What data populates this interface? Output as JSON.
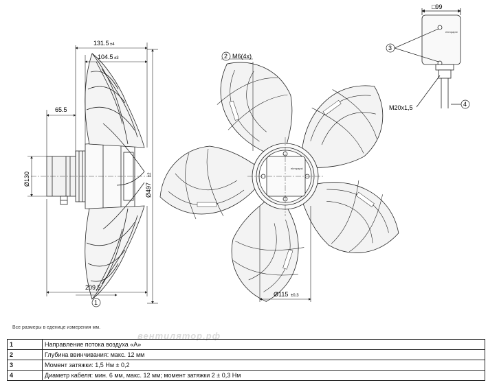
{
  "dims": {
    "d1315": "131.5",
    "t1315": "±4",
    "d1045": "104.5",
    "t1045": "±3",
    "d655": "65.5",
    "d130": "Ø130",
    "d497": "Ø497",
    "t497": "±2",
    "d2095": "209.5",
    "d115": "Ø115",
    "t115": "±0,3",
    "m6": "M6(4x)",
    "box": "□99",
    "m20": "M20x1,5"
  },
  "callouts": {
    "c1": "1",
    "c2": "2",
    "c3": "3",
    "c4": "4"
  },
  "brand": "ebmpapst",
  "note": "Все размеры в еденице измерения мм.",
  "watermark": "вентилятор.рф",
  "legend": [
    {
      "num": "1",
      "text": "Направление потока воздуха «A»"
    },
    {
      "num": "2",
      "text": "Глубина ввинчивания: макс. 12 мм"
    },
    {
      "num": "3",
      "text": "Момент затяжки: 1,5 Нм ± 0,2"
    },
    {
      "num": "4",
      "text": "Диаметр кабеля: мин. 6 мм, макс. 12 мм; момент затяжки 2 ± 0,3 Нм"
    }
  ],
  "colors": {
    "line": "#222222",
    "blade_fill": "#f3f3f3"
  }
}
